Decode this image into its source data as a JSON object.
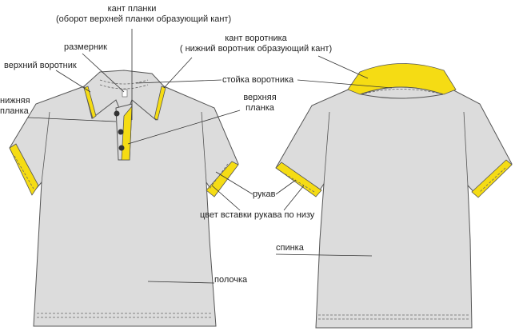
{
  "colors": {
    "garment": "#dcdcdc",
    "accent": "#f5dc14",
    "outline": "#555555"
  },
  "labels": {
    "placket_piping_1": "кант планки",
    "placket_piping_2": "(оборот верхней планки образующий кант)",
    "size_label": "размерник",
    "upper_collar": "верхний воротник",
    "lower_placket_1": "нижняя",
    "lower_placket_2": "планка",
    "collar_piping_1": "кант воротника",
    "collar_piping_2": "( нижний воротник образующий кант)",
    "collar_stand": "стойка воротника",
    "upper_placket_1": "верхняя",
    "upper_placket_2": "планка",
    "sleeve": "рукав",
    "sleeve_insert_color": "цвет вставки рукава по низу",
    "back": "спинка",
    "front": "полочка"
  }
}
